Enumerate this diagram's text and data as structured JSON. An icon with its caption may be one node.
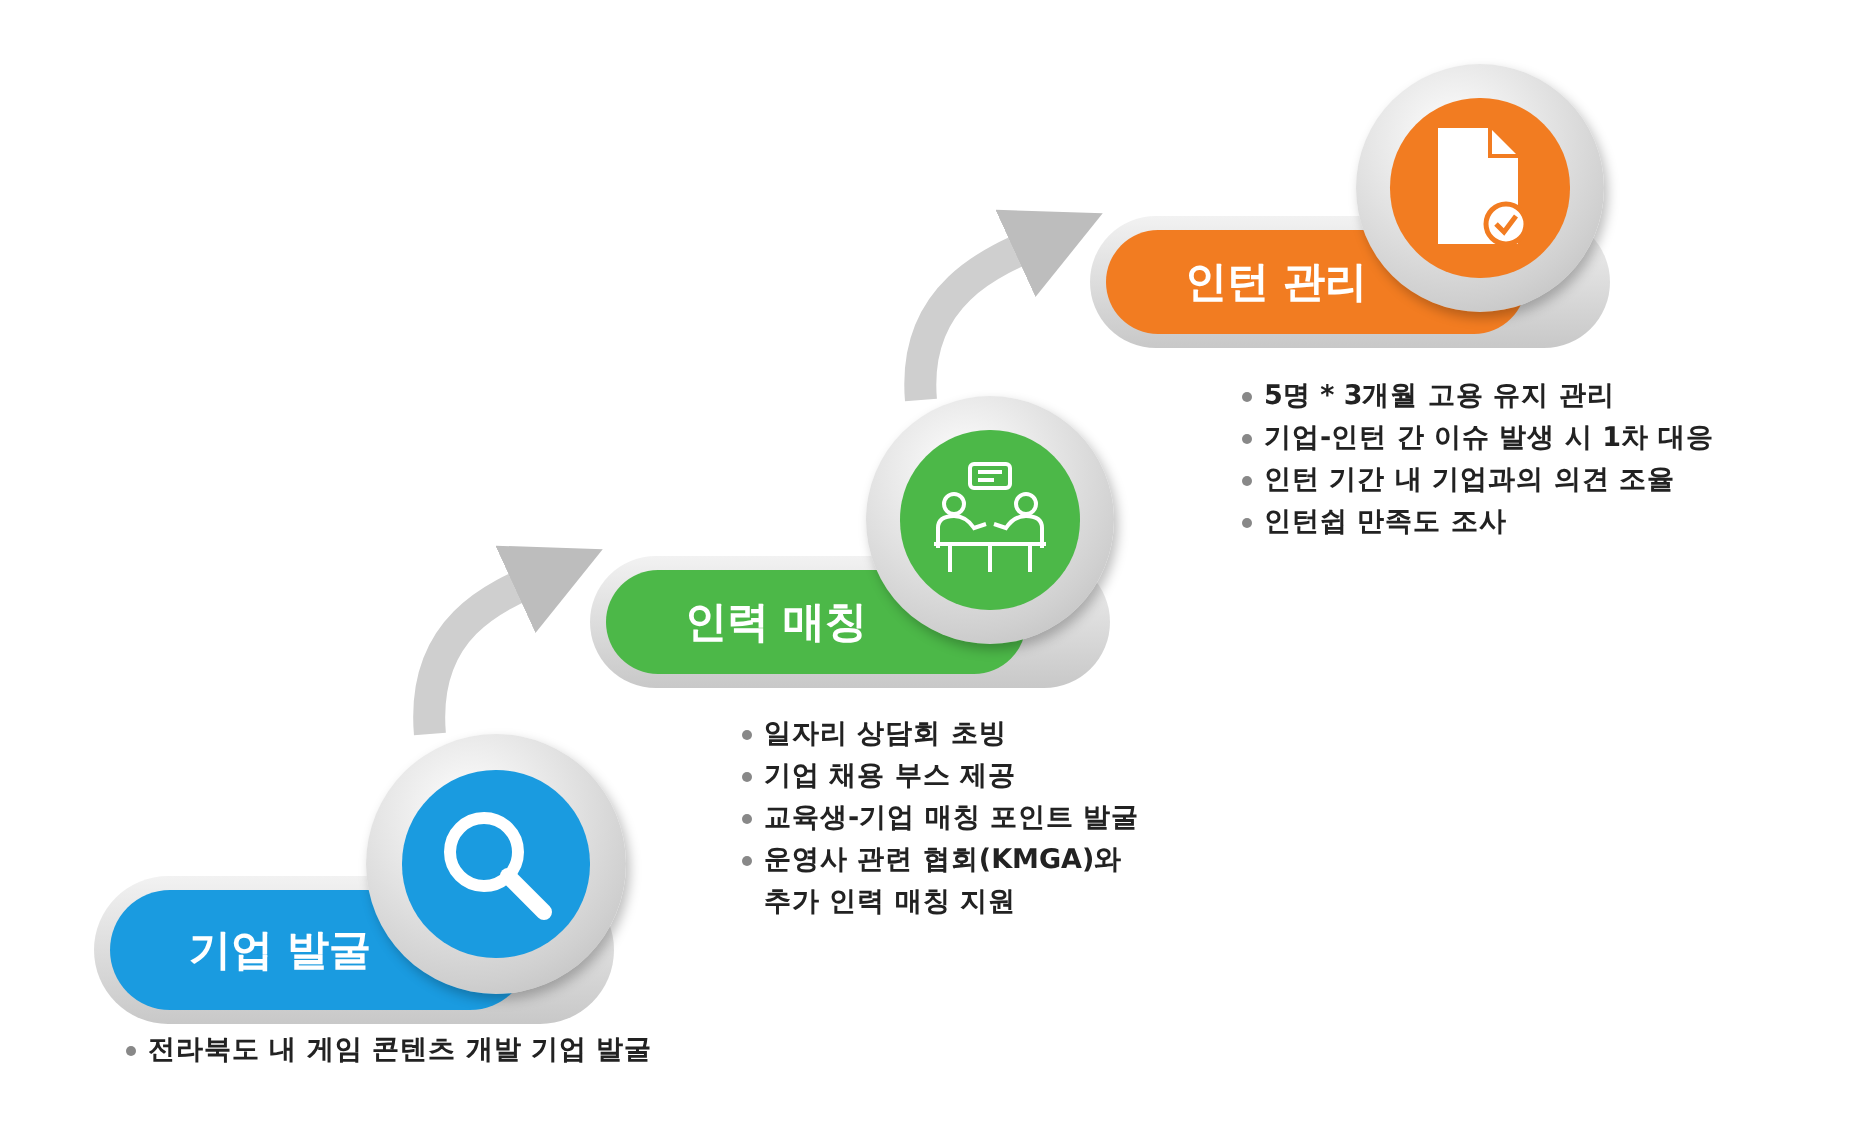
{
  "diagram": {
    "nodes": [
      {
        "text": [
          "기업 발굴"
        ],
        "beside": [
          "전라북도 내 게임 콘텐츠 개발 기업 발굴"
        ]
      },
      {
        "text": [
          "인력 매칭"
        ],
        "beside": [
          "일자리 상담회 초빙",
          "기업 채용 부스 제공",
          "교육생-기업 매칭 포인트 발굴",
          "운영사 관련 협회(KMGA)와 추가 인력 매칭 지원"
        ]
      },
      {
        "text": [
          "인턴 관리"
        ],
        "beside": [
          "5명 * 3개월 고용 유지 관리",
          "기업-인턴 간 이슈 발생 시 1차 대응",
          "인턴 기간 내 기업과의 의견 조율",
          "인턴쉽 만족도 조사"
        ]
      }
    ],
    "edges": [
      {
        "from": 0,
        "to": 1,
        "arrow": "to"
      },
      {
        "from": 1,
        "to": 2,
        "arrow": "to"
      }
    ]
  }
}
